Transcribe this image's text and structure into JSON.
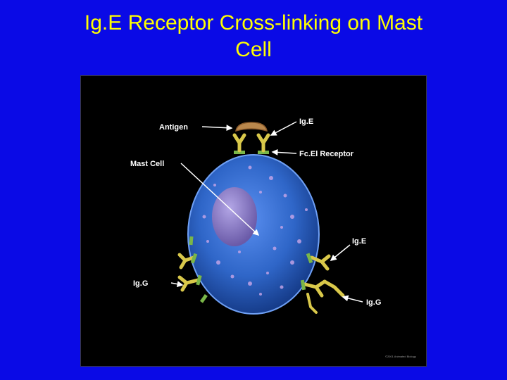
{
  "slide": {
    "title_line1": "Ig.E Receptor Cross-linking on Mast",
    "title_line2": "Cell",
    "title_color": "#ffff00",
    "background_color": "#0a0ae6"
  },
  "figure": {
    "labels": {
      "antigen": "Antigen",
      "ige_top": "Ig.E",
      "fceri_receptor": "Fc.El Receptor",
      "mast_cell": "Mast Cell",
      "ige_right": "Ig.E",
      "igg_left": "Ig.G",
      "igg_right": "Ig.G"
    },
    "credit": "©2001 Animated Biology",
    "colors": {
      "cell_body": "#2f66c8",
      "nucleus": "#8a7ac8",
      "antibody": "#d9c84a",
      "receptor": "#7ab648",
      "antigen": "#b9874c"
    }
  }
}
